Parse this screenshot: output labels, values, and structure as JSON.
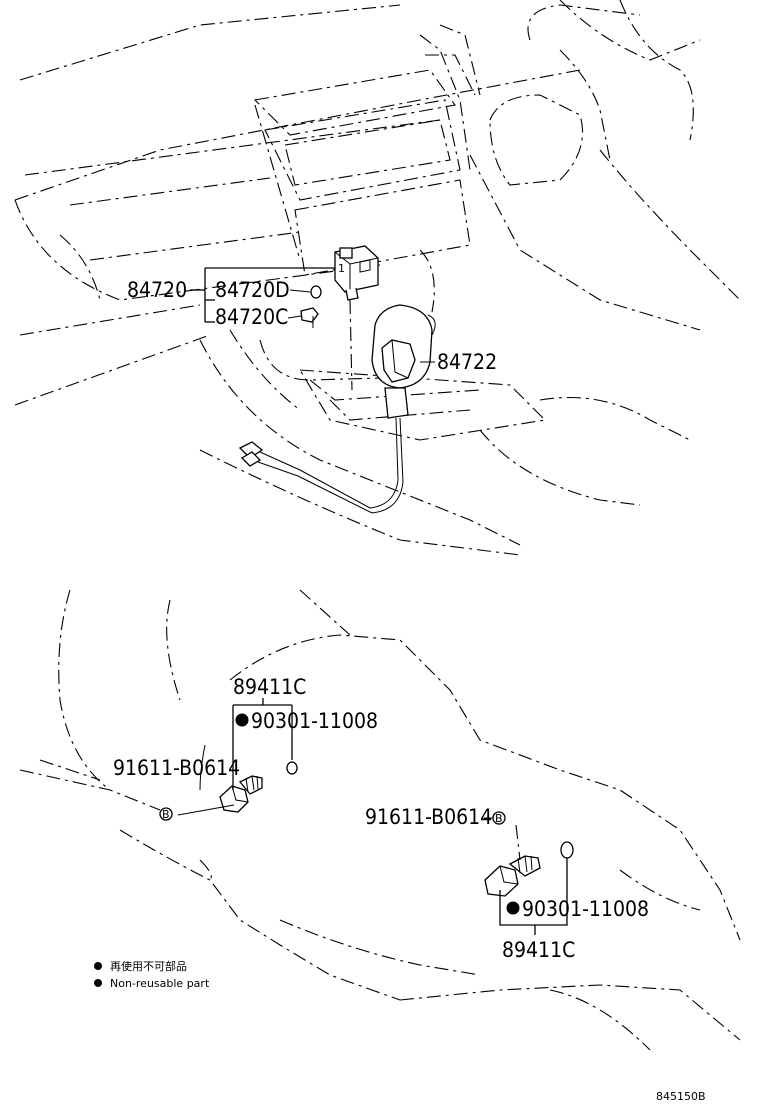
{
  "labels": {
    "p84720": "84720",
    "p84720D": "84720D",
    "p84720C": "84720C",
    "p84722": "84722",
    "p89411C_a": "89411C",
    "p90301_a": "90301-11008",
    "p91611_a": "91611-B0614",
    "p91611_b": "91611-B0614",
    "p90301_b": "90301-11008",
    "p89411C_b": "89411C"
  },
  "legend": {
    "line1": "再使用不可部品",
    "line2": "Non-reusable part"
  },
  "diagram_code": "845150B"
}
